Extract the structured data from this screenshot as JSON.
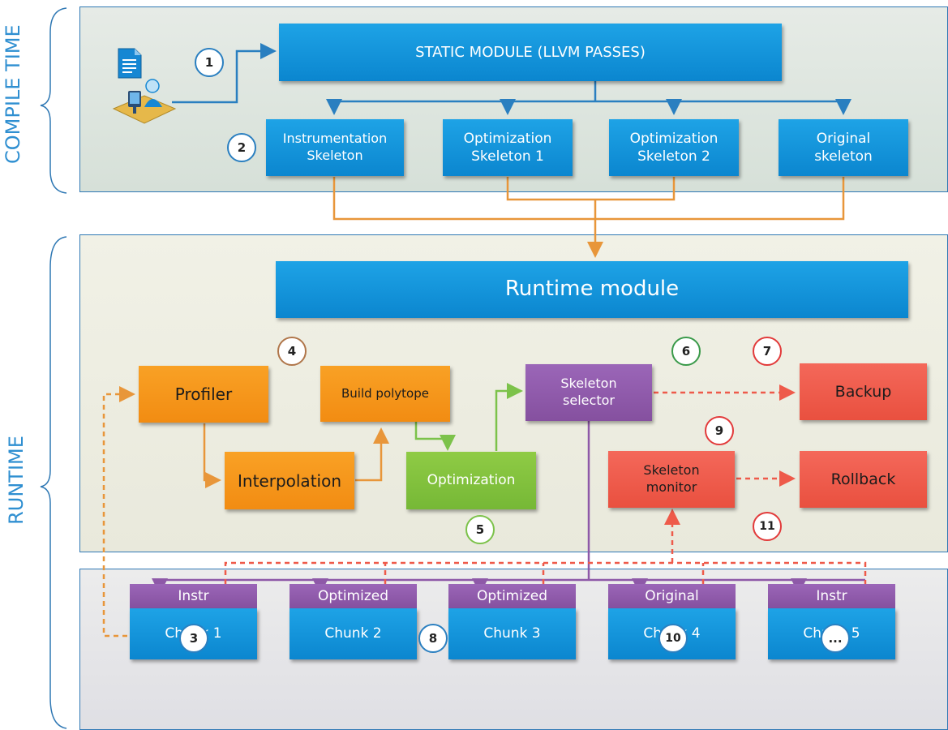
{
  "sections": {
    "compile_time": "COMPILE TIME",
    "runtime": "RUNTIME"
  },
  "static_module": "STATIC MODULE (LLVM PASSES)",
  "skeletons": [
    "Instrumentation\nSkeleton",
    "Optimization\nSkeleton 1",
    "Optimization\nSkeleton 2",
    "Original\nskeleton"
  ],
  "runtime_module": "Runtime module",
  "profiler": "Profiler",
  "interpolation": "Interpolation",
  "build_polytope": "Build polytope",
  "optimization": "Optimization",
  "skeleton_selector": "Skeleton\nselector",
  "backup": "Backup",
  "skeleton_monitor": "Skeleton\nmonitor",
  "rollback": "Rollback",
  "chunks": [
    {
      "tag": "Instr",
      "name": "Chunk 1"
    },
    {
      "tag": "Optimized",
      "name": "Chunk 2"
    },
    {
      "tag": "Optimized",
      "name": "Chunk 3"
    },
    {
      "tag": "Original",
      "name": "Chunk 4"
    },
    {
      "tag": "Instr",
      "name": "Chunk 5"
    }
  ],
  "steps": [
    "1",
    "2",
    "3",
    "4",
    "5",
    "6",
    "7",
    "8",
    "9",
    "10",
    "11",
    "..."
  ],
  "icons": [
    "document-icon",
    "developer-workstation-icon"
  ],
  "colors": {
    "blue": "#1591d8",
    "orange": "#f39519",
    "green": "#7fc03c",
    "purple": "#8e59a8",
    "red": "#ee5a4a",
    "connector_orange": "#e8963a",
    "connector_green": "#7cc24a",
    "connector_purple": "#8e59a8",
    "connector_red": "#ee5a4a",
    "connector_blue": "#2a7fc0"
  }
}
